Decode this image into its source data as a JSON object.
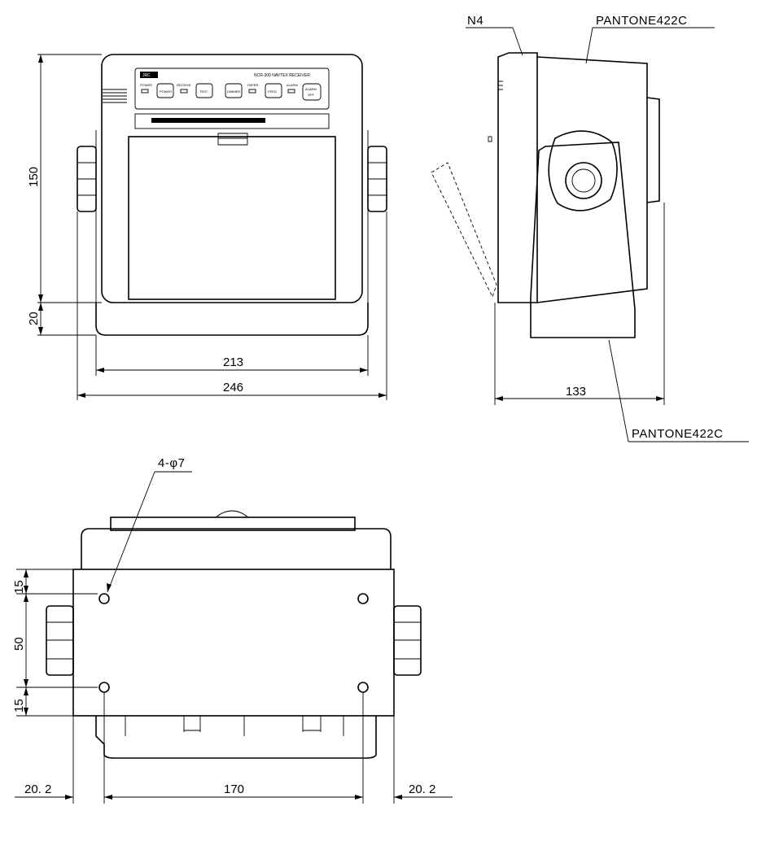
{
  "front_view": {
    "panel_brand": "JRC",
    "panel_model": "NCR-300 NAVTEX RECEIVER",
    "indicators": {
      "power": "POWER",
      "receive": "RECEIVE",
      "paper": "PAPER",
      "alarm": "ALARM"
    },
    "buttons": {
      "power": "POWER",
      "test": "TEST",
      "dimmer": "DIMMER",
      "feed": "FEED",
      "alarm_off_1": "ALARM",
      "alarm_off_2": "OFF"
    },
    "dims": {
      "height": "150",
      "base": "20",
      "inner_width": "213",
      "overall_width": "246"
    }
  },
  "side_view": {
    "label_top_left": "N4",
    "label_top_right": "PANTONE422C",
    "label_bottom": "PANTONE422C",
    "dims": {
      "depth": "133"
    }
  },
  "bottom_view": {
    "hole_callout": "4-φ7",
    "dims": {
      "top_margin": "15",
      "hole_spacing": "50",
      "bottom_margin": "15",
      "left_offset": "20. 2",
      "hole_span": "170",
      "right_offset": "20. 2"
    }
  }
}
